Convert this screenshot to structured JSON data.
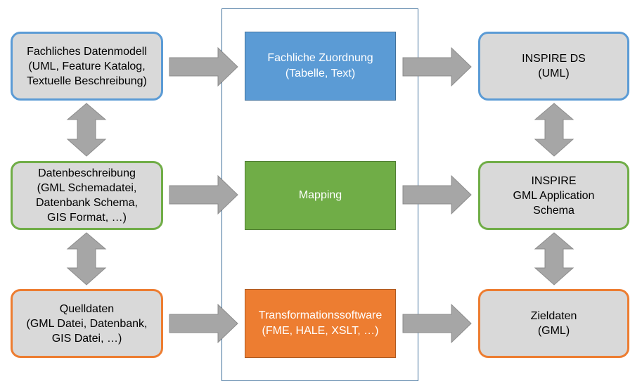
{
  "left": {
    "top": [
      "Fachliches Datenmodell",
      "(UML, Feature Katalog,",
      "Textuelle  Beschreibung)"
    ],
    "mid": [
      "Datenbeschreibung",
      "(GML Schemadatei,",
      "Datenbank Schema,",
      "GIS Format, …)"
    ],
    "bottom": [
      "Quelldaten",
      "(GML Datei, Datenbank,",
      "GIS Datei, …)"
    ]
  },
  "center": {
    "top": [
      "Fachliche Zuordnung",
      "(Tabelle, Text)"
    ],
    "mid": [
      "Mapping"
    ],
    "bottom": [
      "Transformationssoftware",
      "(FME, HALE, XSLT, …)"
    ]
  },
  "right": {
    "top": [
      "INSPIRE DS",
      "(UML)"
    ],
    "mid": [
      "INSPIRE",
      "GML Application",
      "Schema"
    ],
    "bottom": [
      "Zieldaten",
      "(GML)"
    ]
  },
  "colors": {
    "blue": "#5b9bd5",
    "green": "#70ad47",
    "orange": "#ed7d31",
    "box_fill": "#d9d9d9",
    "arrow": "#a6a6a6"
  }
}
